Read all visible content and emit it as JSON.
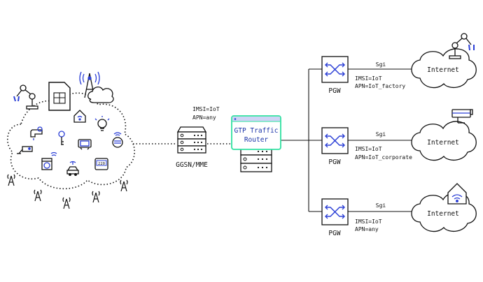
{
  "colors": {
    "ink": "#111111",
    "accent_blue": "#2b3fd6",
    "router_green": "#2fe0a0",
    "router_header": "#cfd3f5"
  },
  "gateway": {
    "label": "GGSN/MME",
    "params": [
      "IMSI=IoT",
      "APN=any"
    ]
  },
  "router": {
    "title_line1": "GTP Traffic",
    "title_line2": "Router"
  },
  "pgws": [
    {
      "label": "PGW",
      "link_label": "Sgi",
      "params": [
        "IMSI=IoT",
        "APN=IoT_factory"
      ],
      "cloud_label": "Internet",
      "cloud_icon": "robot-arm-icon"
    },
    {
      "label": "PGW",
      "link_label": "Sgi",
      "params": [
        "IMSI=IoT",
        "APN=IoT_corporate"
      ],
      "cloud_label": "Internet",
      "cloud_icon": "security-camera-icon"
    },
    {
      "label": "PGW",
      "link_label": "Sgi",
      "params": [
        "IMSI=IoT",
        "APN=any"
      ],
      "cloud_label": "Internet",
      "cloud_icon": "smart-home-icon"
    }
  ],
  "device_icons": [
    "robot-arm-icon",
    "sim-card-icon",
    "cell-tower-icon",
    "cloud-icon",
    "faucet-icon",
    "key-icon",
    "smart-home-icon",
    "light-bulb-icon",
    "car-icon",
    "router-icon",
    "security-camera-icon",
    "washing-machine-icon",
    "meter-icon",
    "smart-meter-icon",
    "vehicle-icon"
  ],
  "meter_reading": "220"
}
